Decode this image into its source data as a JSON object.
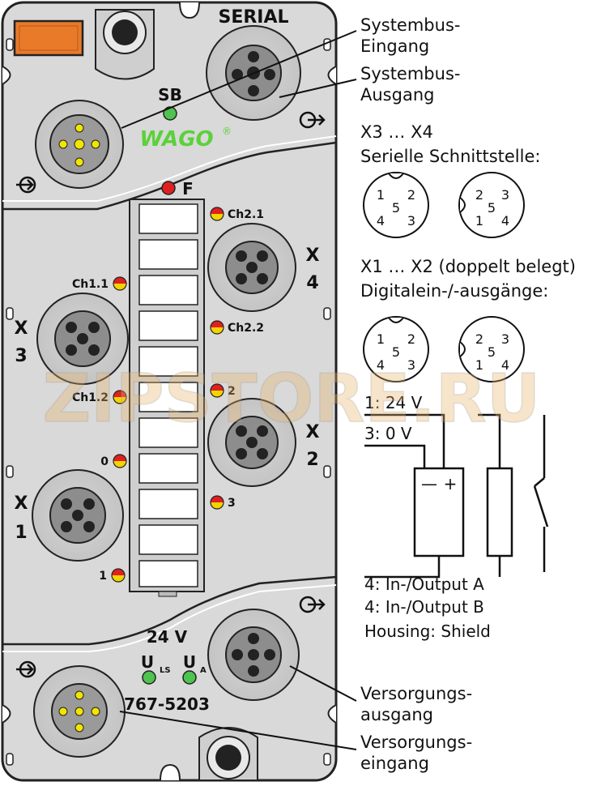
{
  "module": {
    "serial_label": "SERIAL",
    "sb_label": "SB",
    "brand": "WAGO",
    "brand_mark": "®",
    "f_label": "F",
    "part_number": "767-5203",
    "voltage": "24 V",
    "uls_main": "U",
    "uls_sub": "LS",
    "ua_main": "U",
    "ua_sub": "A",
    "connectors": {
      "x4": {
        "letter": "X",
        "num": "4"
      },
      "x3": {
        "letter": "X",
        "num": "3"
      },
      "x2": {
        "letter": "X",
        "num": "2"
      },
      "x1": {
        "letter": "X",
        "num": "1"
      }
    },
    "leds": {
      "ch2_1": "Ch2.1",
      "ch2_2": "Ch2.2",
      "ch1_1": "Ch1.1",
      "ch1_2": "Ch1.2",
      "d2": "2",
      "d0": "0",
      "d3": "3",
      "d1": "1"
    }
  },
  "callouts": {
    "systembus_in_1": "Systembus-",
    "systembus_in_2": "Eingang",
    "systembus_out_1": "Systembus-",
    "systembus_out_2": "Ausgang",
    "supply_out_1": "Versorgungs-",
    "supply_out_2": "ausgang",
    "supply_in_1": "Versorgungs-",
    "supply_in_2": "eingang"
  },
  "legend": {
    "serial_range": "X3 … X4",
    "serial_title": "Serielle Schnittstelle:",
    "digital_range": "X1 … X2 (doppelt belegt)",
    "digital_title": "Digitalein-/-ausgänge:",
    "pins": {
      "p1": "1",
      "p2": "2",
      "p3": "3",
      "p4": "4",
      "p5": "5"
    },
    "pin1": "1: 24 V",
    "pin3": "3: 0 V",
    "pin4a": "4: In-/Output A",
    "pin4b": "4: In-/Output B",
    "housing": "Housing: Shield",
    "minus": "—",
    "plus": "+"
  },
  "watermark": "ZIPSTORE.RU",
  "colors": {
    "housing": "#d9d9d9",
    "panel_border": "#222222",
    "orange": "#e87a2a",
    "wago_green": "#5bd13b",
    "led_red": "#e02020",
    "led_yellow": "#f2d400",
    "led_green": "#4fc34f",
    "pin_yellow": "#f2e600"
  }
}
